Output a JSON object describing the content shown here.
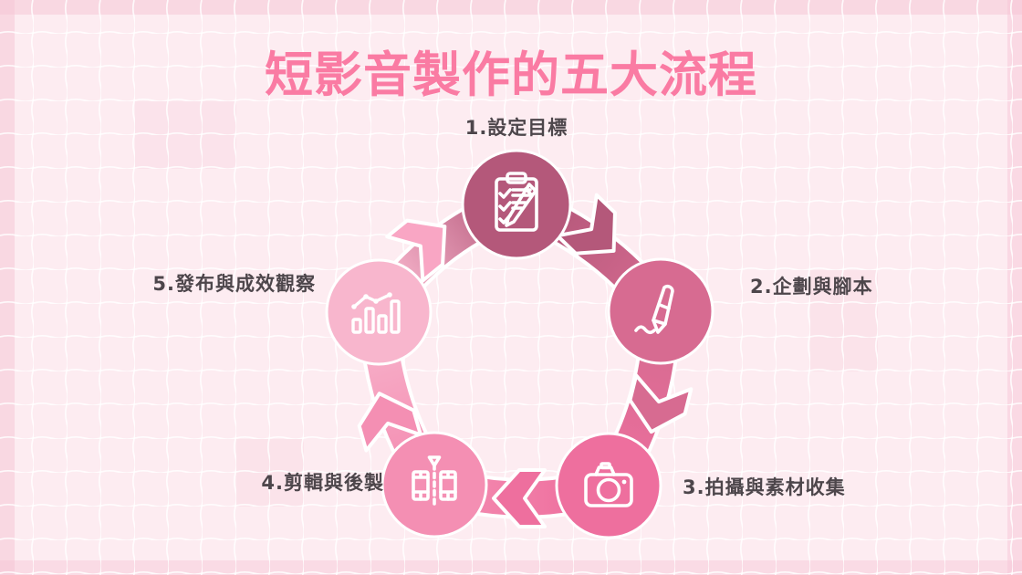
{
  "title": "短影音製作的五大流程",
  "palette": {
    "background": "#fdecf1",
    "grid_line": "#ffffff",
    "title_pink": "#fa7ba3",
    "label_gray": "#4d464b",
    "icon_stroke": "#ffffff"
  },
  "steps": [
    {
      "label": "1.設定目標",
      "icon": "clipboard-checklist-icon",
      "color": "#b4587a"
    },
    {
      "label": "2.企劃與腳本",
      "icon": "pen-writing-icon",
      "color": "#d76b91"
    },
    {
      "label": "3.拍攝與素材收集",
      "icon": "camera-icon",
      "color": "#ee6f9e"
    },
    {
      "label": "4.剪輯與後製",
      "icon": "video-editing-icon",
      "color": "#f48fb3"
    },
    {
      "label": "5.發布與成效觀察",
      "icon": "analytics-chart-icon",
      "color": "#f8b6cd"
    }
  ],
  "arrows": [
    {
      "from": "1",
      "to": "2",
      "head_color": "#b4587a"
    },
    {
      "from": "2",
      "to": "3",
      "head_color": "#d76b91"
    },
    {
      "from": "3",
      "to": "4",
      "head_color": "#ee6f9e"
    },
    {
      "from": "4",
      "to": "5",
      "head_color": "#f48fb3"
    },
    {
      "from": "5",
      "to": "1",
      "head_color": "#f9a6c4"
    }
  ]
}
